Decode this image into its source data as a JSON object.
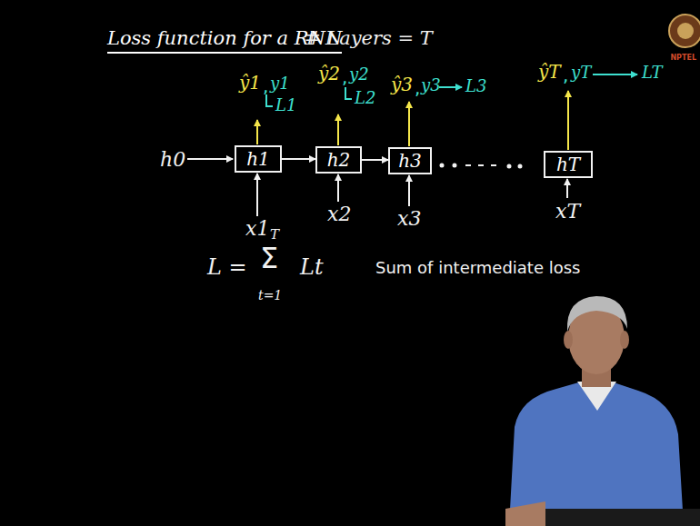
{
  "diagram": {
    "title": "Loss function for a RNN",
    "nodes": [
      {
        "text": [
          "h1"
        ]
      },
      {
        "text": [
          "h2"
        ]
      },
      {
        "text": [
          "h3"
        ]
      },
      {
        "text": [
          "hT"
        ]
      }
    ],
    "edges": [
      {
        "from": 0,
        "to": 1,
        "arrow": "to"
      },
      {
        "from": 1,
        "to": 2,
        "arrow": "to"
      }
    ],
    "labels": [
      "# Layers = T",
      "h0",
      "x1",
      "x2",
      "x3",
      "xT",
      "ŷ1",
      ",",
      "y1",
      "L1",
      "ŷ2",
      ",",
      "y2",
      "L2",
      "ŷ3",
      ",",
      "y3",
      "L3",
      "ŷT",
      ",",
      "yT",
      "LT",
      "L =",
      "T",
      "Σ",
      "t=1",
      "Lt",
      "Sum of intermediate loss",
      "NPTEL"
    ]
  }
}
